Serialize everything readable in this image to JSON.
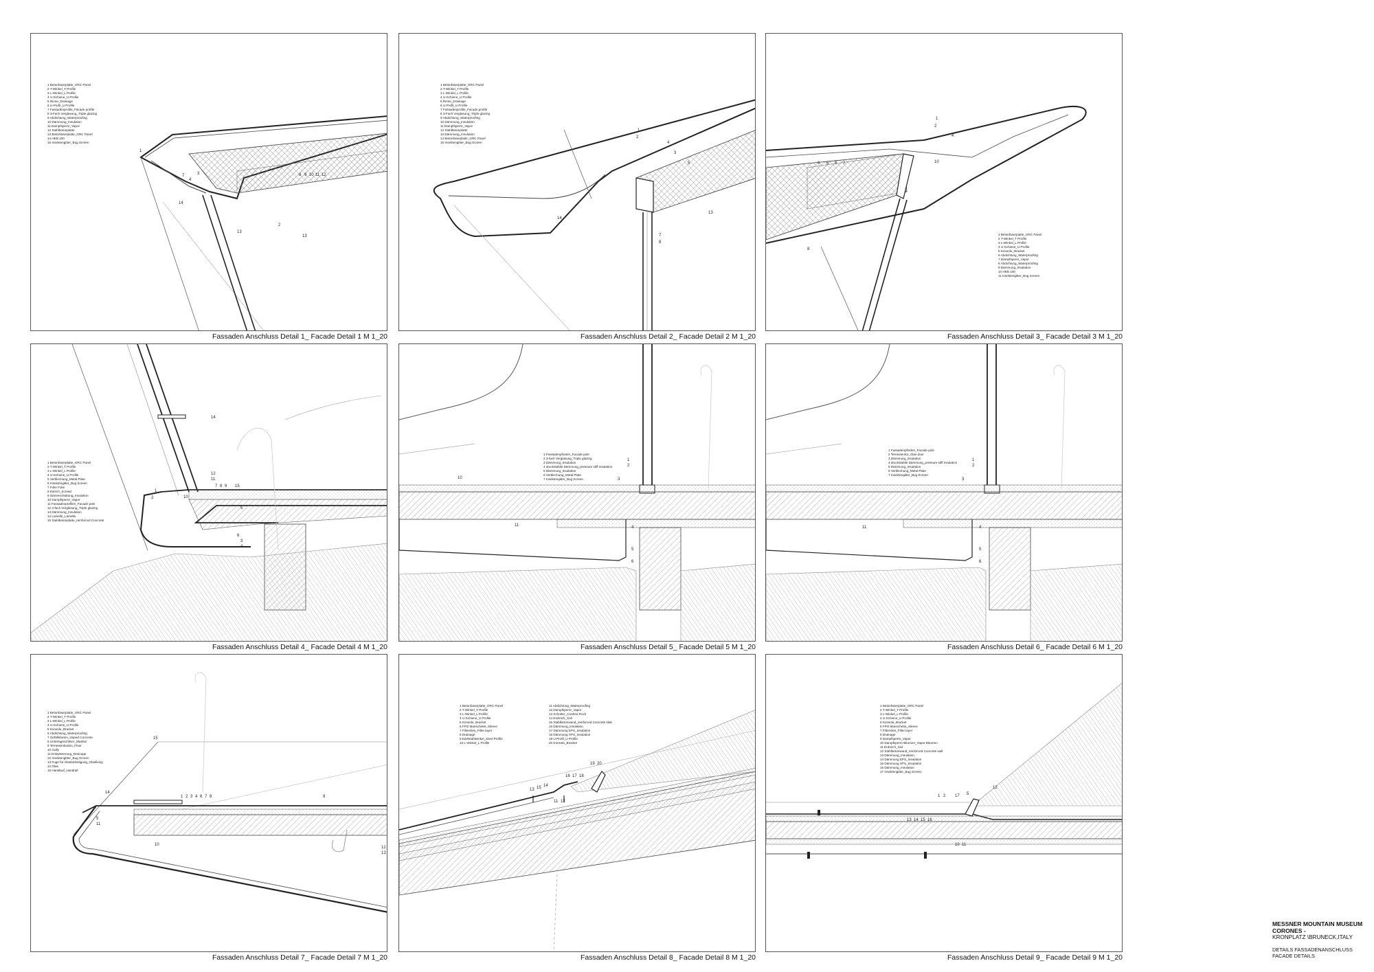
{
  "panels": [
    {
      "caption": "Fassaden Anschluss Detail 1_ Facade Detail 1 M 1_20",
      "legend": [
        "1  Betonfaserplatte_GRC Panel",
        "2  T-Winkel_T Profile",
        "3  L-Winkel_L Profile",
        "4  U-Schiene_U Profile",
        "5  Rinne_Drainage",
        "6  U-Profil_U Profile",
        "7  Fassadenprofile_Facade profile",
        "8  3-Fach Verglasung_Triple glazing",
        "9  Abdichtung_Waterproofing",
        "10  Dämmung_Insulation",
        "11  Dampfsperre_Vapor",
        "12  Stahlbetonplatte",
        "13  Betonfaserplatte_GRC Panel",
        "14  HEB 100",
        "15  Insektengitter_Bug Screen"
      ],
      "callouts": [
        "1",
        "7",
        "4",
        "3",
        "8",
        "9",
        "10",
        "11",
        "12",
        "14",
        "13",
        "13",
        "2"
      ]
    },
    {
      "caption": "Fassaden Anschluss Detail 2_ Facade Detail 2 M 1_20",
      "legend": [
        "1  Betonfaserplatte_GRC Panel",
        "2  T-Winkel_T Profile",
        "3  L-Winkel_L Profile",
        "4  U-Schiene_U Profile",
        "5  Rinne_Drainage",
        "6  U-Profil_U Profile",
        "7  Fassadenprofile_Facade profile",
        "8  3-Fach Verglasung_Triple glazing",
        "9  Abdichtung_Waterproofing",
        "10  Dämmung_Insulation",
        "11  Dampfsperre_Vapor",
        "12  Stahlbetonplatte",
        "13  Dämmung_Insulation",
        "14  Betonfaserplatte_GRC Panel",
        "15  Insektengitter_Bug Screen"
      ],
      "callouts": [
        "1",
        "2",
        "3",
        "4",
        "5",
        "14",
        "7",
        "8",
        "13"
      ]
    },
    {
      "caption": "Fassaden Anschluss Detail 3_ Facade Detail 3 M 1_20",
      "legend": [
        "1  Betonfaserplatte_GRC Panel",
        "2  T-Winkel_T Profile",
        "3  L-Winkel_L Profile",
        "4  U-Schiene_U Profile",
        "5  Konsole_Bracket",
        "6  Abdichtung_Waterproofing",
        "7  Dampfsperre_Vapor",
        "8  Abdichtung_Waterproofing",
        "9  Dämmung_Insulation",
        "10  HEB 100",
        "11  Insektengitter_Bug Screen"
      ],
      "callouts": [
        "1",
        "2",
        "4",
        "3",
        "6",
        "5",
        "7",
        "10",
        "8"
      ]
    },
    {
      "caption": "Fassaden Anschluss Detail 4_ Facade Detail 4 M 1_20",
      "legend": [
        "1  Betonfaserplatte_GRC Panel",
        "2  T-Winkel_T Profile",
        "3  L-Winkel_L Profile",
        "4  U-Schiene_U Profile",
        "5  Verblechung_Metal Plate",
        "6  Insektengitter_Bug Screen",
        "7  Folie Folie",
        "8  Estrich_Screed",
        "9  Dämmschüttung_Insulation",
        "10  Dampfsperre_Vapor",
        "11  Fassadenprofilen_Facade pole",
        "12  3-fach Verglasung_Triple glazing",
        "13  Dämmung_Insulation",
        "14  Lamelle_Lamella",
        "15  Stahlbetonplatte_reinforced Concrete"
      ],
      "callouts": [
        "14",
        "12",
        "11",
        "15",
        "1",
        "2",
        "7",
        "8",
        "9",
        "10",
        "5",
        "6",
        "3",
        "4"
      ]
    },
    {
      "caption": "Fassaden Anschluss Detail 5_ Facade Detail 5 M 1_20",
      "legend": [
        "1  Fassadenpfosten_Facade pole",
        "2  3-fach Verglasung_Triple glazing",
        "3  Dämmung_Insulation",
        "4  druckstabile Dämmung_pressure stiff insulation",
        "5  Dämmung_Insulation",
        "6  Verblechung_Metal Plate",
        "7  Insektengitter_Bug Screen"
      ],
      "callouts": [
        "1",
        "2",
        "3",
        "10",
        "11",
        "4",
        "5",
        "6"
      ]
    },
    {
      "caption": "Fassaden Anschluss Detail 6_ Facade Detail 6 M 1_20",
      "legend": [
        "1  Fassadenpfosten_Facade pole",
        "2  Terrassentür_Glas door",
        "3  Dämmung_Insulation",
        "4  druckstabile Dämmung_pressure stiff insulation",
        "5  Dämmung_Insulation",
        "6  Verblechung_Metal Plate",
        "7  Insektengitter_Bug Screen"
      ],
      "callouts": [
        "1",
        "2",
        "3",
        "11",
        "4",
        "5",
        "6"
      ]
    },
    {
      "caption": "Fassaden Anschluss Detail 7_ Facade Detail 7 M 1_20",
      "legend": [
        "1  Betonfaserplatte_GRC Panel",
        "2  T-Winkel_T Profile",
        "3  L-Winkel_L Profile",
        "4  U-Schiene_U Profile",
        "5  Konsole_Bracket",
        "6  Abdichtung_Waterproofing",
        "7  Gefällebeton_sloped Concrete",
        "8  Unterlagsschleier_Washer",
        "9  Terrassenboden_Floor",
        "10  Gully",
        "11  Entwässerung_Drainage",
        "12  Insektengitter_Bug Screen",
        "13  Fuge für Glasbefestigung_Glasfixing",
        "14  Glas",
        "15  Handlauf_Handrail"
      ],
      "callouts": [
        "15",
        "14",
        "1",
        "2",
        "3",
        "4",
        "6",
        "7",
        "8",
        "9",
        "10",
        "5",
        "11",
        "12",
        "13"
      ]
    },
    {
      "caption": "Fassaden Anschluss Detail 8_ Facade Detail 8 M 1_20",
      "legend": [
        "1  Betonfaserplatte_GRC Panel",
        "2  T-Winkel_T Profile",
        "3  L-Winkel_L Profile",
        "4  U-Schiene_U Profile",
        "5  Konsole_Bracket",
        "6  FPO Manschette_Sleeve",
        "7  Filtervlies_Filter layer",
        "8  Drainage",
        "9  Edelstahlwinkel_Steel Profile",
        "10  L-Winkel_L Profile",
        "11  Abdichtung_Waterproofing",
        "12  Dampfsperre_Vapor",
        "13  Schotter_crushed Rock",
        "14  Erdreich_Soil",
        "15  Stahlbetonwand_reinforced Concrete slab",
        "16  Dämmung_Insulation",
        "17  Dämmung EPS_Insulation",
        "18  Dämmung XPS_Insulation",
        "19  U-Profil_U Profile",
        "20  Konsole_Bracket"
      ],
      "callouts": [
        "19",
        "20",
        "18",
        "17",
        "16",
        "14",
        "15",
        "13",
        "11",
        "12"
      ]
    },
    {
      "caption": "Fassaden Anschluss Detail 9_ Facade Detail 9 M 1_20",
      "legend": [
        "1  Betonfaserplatte_GRC Panel",
        "2  T-Winkel_T Profile",
        "3  L-Winkel_L Profile",
        "4  U-Schiene_U Profile",
        "5  Konsole_Bracket",
        "6  FPO Manschette_Sleeve",
        "7  Filtervlies_Filter layer",
        "8  Drainage",
        "9  Dampfsperre_Vapor",
        "10  Dampfsperre Bitumen_Vapor Bitumen",
        "11  Erdreich_Soil",
        "12  Stahlbetonwand_reinforced Concrete wall",
        "13  Dämmung_Insulation",
        "14  Dämmung EPS_Insulation",
        "15  Dämmung XPS_Insulation",
        "16  Dämmung_Insulation",
        "17  Insektengitter_Bug Screen"
      ],
      "callouts": [
        "1",
        "2",
        "17",
        "5",
        "12",
        "13",
        "14",
        "15",
        "16",
        "10",
        "11"
      ]
    }
  ],
  "titleblock": {
    "line1": "MESSNER MOUNTAIN MUSEUM",
    "line2": "CORONES -",
    "line3": "KRONPLATZ \\BRUNECK,ITALY",
    "line4": "DETAILS FASSADENANSCHLUSS",
    "line5": "FACADE DETAILS"
  }
}
